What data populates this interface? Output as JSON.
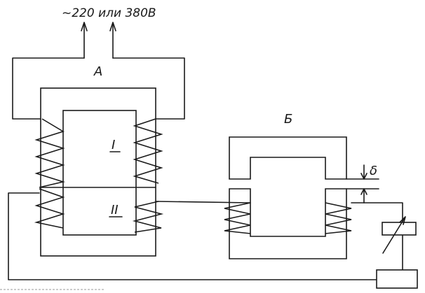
{
  "labels": {
    "supply": "~220 или 380В",
    "transformer_a": "А",
    "transformer_b": "Б",
    "winding_1": "I",
    "winding_2": "II",
    "gap": "δ"
  },
  "colors": {
    "line": "#1a1a1a",
    "background": "#ffffff"
  }
}
